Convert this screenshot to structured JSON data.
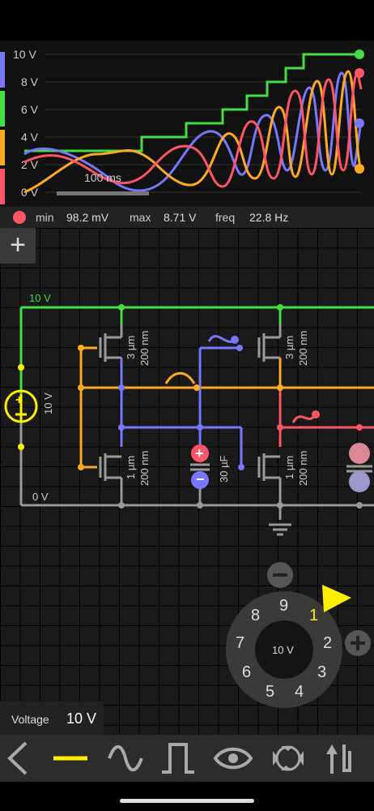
{
  "scope": {
    "y_labels": [
      "10 V",
      "8 V",
      "6 V",
      "4 V",
      "2 V",
      "0 V"
    ],
    "time_label": "100 ms",
    "series_colors": {
      "blue": "#7777ff",
      "green": "#44dd44",
      "orange": "#ffaa22",
      "red": "#ff5566"
    }
  },
  "stats": {
    "min_label": "min",
    "min_value": "98.2 mV",
    "max_label": "max",
    "max_value": "8.71 V",
    "freq_label": "freq",
    "freq_value": "22.8 Hz"
  },
  "circuit": {
    "add_label": "+",
    "top_rail_label": "10 V",
    "bottom_rail_label": "0 V",
    "source_label": "10 V",
    "t1_w": "3 µm",
    "t1_l": "200 nm",
    "t2_w": "1 µm",
    "t2_l": "200 nm",
    "t3_w": "3 µm",
    "t3_l": "200 nm",
    "t4_w": "1 µm",
    "t4_l": "200 nm",
    "cap_label": "30 µF"
  },
  "dial": {
    "center_label": "10 V",
    "numbers": [
      "1",
      "2",
      "3",
      "4",
      "5",
      "6",
      "7",
      "8",
      "9"
    ],
    "selected": "1",
    "minus": "−",
    "plus": "+"
  },
  "voltage": {
    "label": "Voltage",
    "value": "10 V"
  },
  "toolbar": {
    "icons": [
      "back-icon",
      "dc-line-icon",
      "sine-icon",
      "square-wave-icon",
      "eye-icon",
      "cycle-icon",
      "swap-icon"
    ]
  }
}
